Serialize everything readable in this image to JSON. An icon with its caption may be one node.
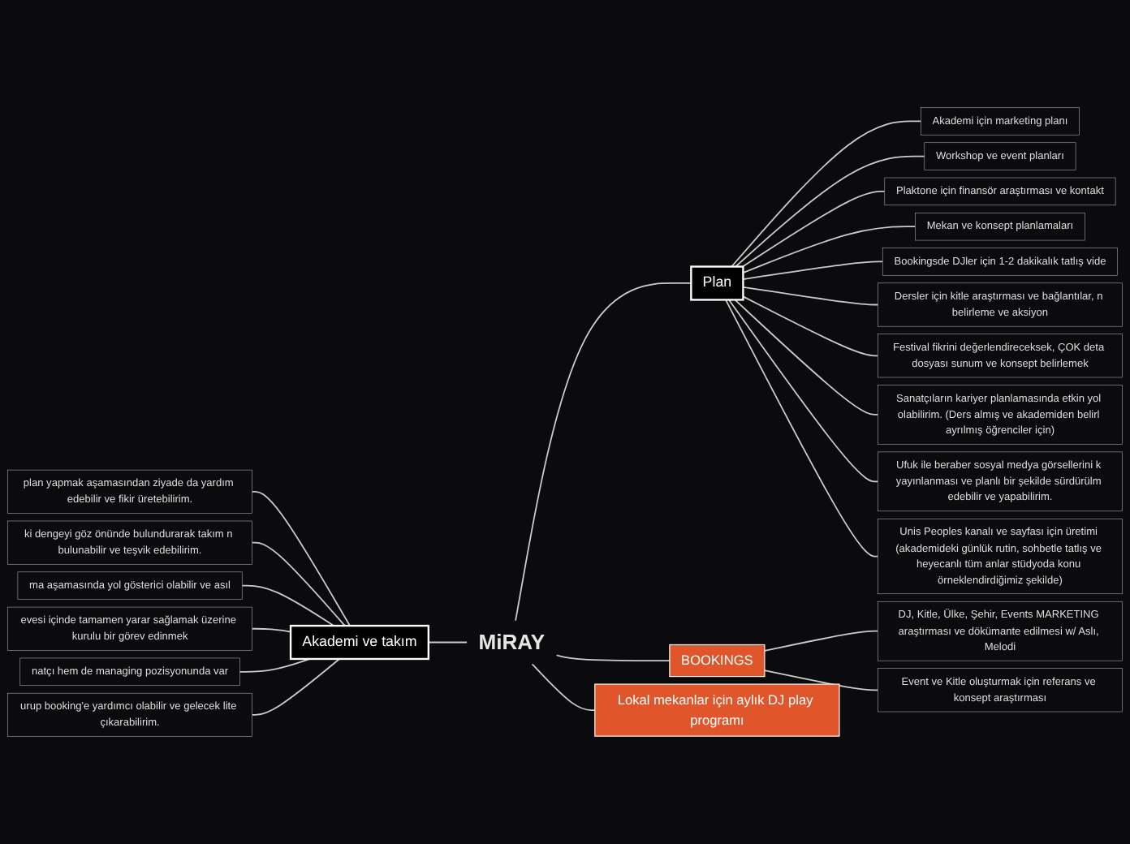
{
  "diagram": {
    "nodes": [
      {
        "text": [
          "MiRAY"
        ]
      },
      {
        "text": [
          "Akademi ve takım"
        ]
      },
      {
        "text": [
          "plan yapmak aşamasından ziyade da yardım edebilir ve fikir üretebilirim."
        ]
      },
      {
        "text": [
          "ki dengeyi göz önünde bulundurarak takım n bulunabilir ve teşvik edebilirim."
        ]
      },
      {
        "text": [
          "ma aşamasında yol gösterici olabilir ve asıl"
        ]
      },
      {
        "text": [
          "evesi içinde tamamen yarar sağlamak üzerine kurulu bir görev edinmek"
        ]
      },
      {
        "text": [
          "natçı hem de managing pozisyonunda var"
        ]
      },
      {
        "text": [
          "urup booking'e yardımcı olabilir ve gelecek lite çıkarabilirim."
        ]
      },
      {
        "text": [
          "Plan"
        ]
      },
      {
        "text": [
          "Akademi için marketing planı"
        ]
      },
      {
        "text": [
          "Workshop ve event planları"
        ]
      },
      {
        "text": [
          "Plaktone için finansör araştırması ve kontakt"
        ]
      },
      {
        "text": [
          "Mekan ve konsept planlamaları"
        ]
      },
      {
        "text": [
          "Bookingsde DJler için 1-2 dakikalık tatlış vide"
        ]
      },
      {
        "text": [
          "Dersler için kitle araştırması ve bağlantılar, n belirleme ve aksiyon"
        ]
      },
      {
        "text": [
          "Festival fikrini değerlendireceksek, ÇOK deta dosyası sunum ve konsept belirlemek"
        ]
      },
      {
        "text": [
          "Sanatçıların kariyer planlamasında etkin yol olabilirim. (Ders almış ve akademiden belirl ayrılmış öğrenciler için)"
        ]
      },
      {
        "text": [
          "Ufuk ile beraber sosyal medya görsellerini k yayınlanması ve planlı bir şekilde sürdürülm edebilir ve yapabilirim."
        ]
      },
      {
        "text": [
          "Unis Peoples kanalı ve sayfası için üretimi (akademideki günlük rutin, sohbetle tatlış ve heyecanlı tüm anlar stüdyoda konu örneklendirdiğimiz şekilde)"
        ]
      },
      {
        "text": [
          "BOOKINGS"
        ]
      },
      {
        "text": [
          "DJ, Kitle, Ülke, Şehir, Events MARKETING araştırması ve dökümante edilmesi w/ Aslı, Melodi"
        ]
      },
      {
        "text": [
          "Event ve Kitle oluşturmak için referans ve konsept araştırması"
        ]
      },
      {
        "text": [
          "Lokal mekanlar için aylık DJ play programı"
        ]
      }
    ],
    "edges": [
      {
        "from": 0,
        "to": 1,
        "arrow": "none"
      },
      {
        "from": 1,
        "to": 2,
        "arrow": "none"
      },
      {
        "from": 1,
        "to": 3,
        "arrow": "none"
      },
      {
        "from": 1,
        "to": 4,
        "arrow": "none"
      },
      {
        "from": 1,
        "to": 5,
        "arrow": "none"
      },
      {
        "from": 1,
        "to": 6,
        "arrow": "none"
      },
      {
        "from": 1,
        "to": 7,
        "arrow": "none"
      },
      {
        "from": 0,
        "to": 8,
        "arrow": "none"
      },
      {
        "from": 8,
        "to": 9,
        "arrow": "none"
      },
      {
        "from": 8,
        "to": 10,
        "arrow": "none"
      },
      {
        "from": 8,
        "to": 11,
        "arrow": "none"
      },
      {
        "from": 8,
        "to": 12,
        "arrow": "none"
      },
      {
        "from": 8,
        "to": 13,
        "arrow": "none"
      },
      {
        "from": 8,
        "to": 14,
        "arrow": "none"
      },
      {
        "from": 8,
        "to": 15,
        "arrow": "none"
      },
      {
        "from": 8,
        "to": 16,
        "arrow": "none"
      },
      {
        "from": 8,
        "to": 17,
        "arrow": "none"
      },
      {
        "from": 8,
        "to": 18,
        "arrow": "none"
      },
      {
        "from": 0,
        "to": 19,
        "arrow": "none"
      },
      {
        "from": 19,
        "to": 20,
        "arrow": "none"
      },
      {
        "from": 19,
        "to": 21,
        "arrow": "none"
      },
      {
        "from": 0,
        "to": 22,
        "arrow": "none"
      }
    ]
  }
}
